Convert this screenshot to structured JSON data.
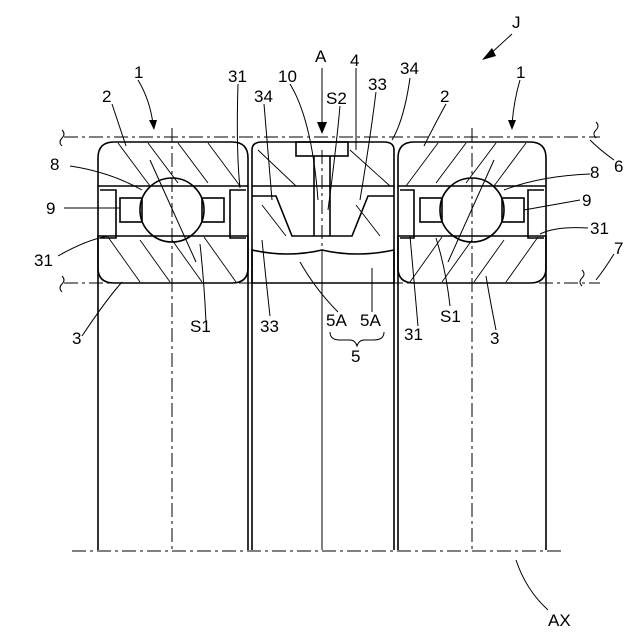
{
  "labels": {
    "J": "J",
    "A": "A",
    "ax": "AX",
    "n1": "1",
    "n2": "2",
    "n3": "3",
    "n4": "4",
    "n5": "5",
    "n5a": "5A",
    "n6": "6",
    "n7": "7",
    "n8": "8",
    "n9": "9",
    "n10": "10",
    "n31": "31",
    "n33": "33",
    "n34": "34",
    "s1": "S1",
    "s2": "S2"
  }
}
